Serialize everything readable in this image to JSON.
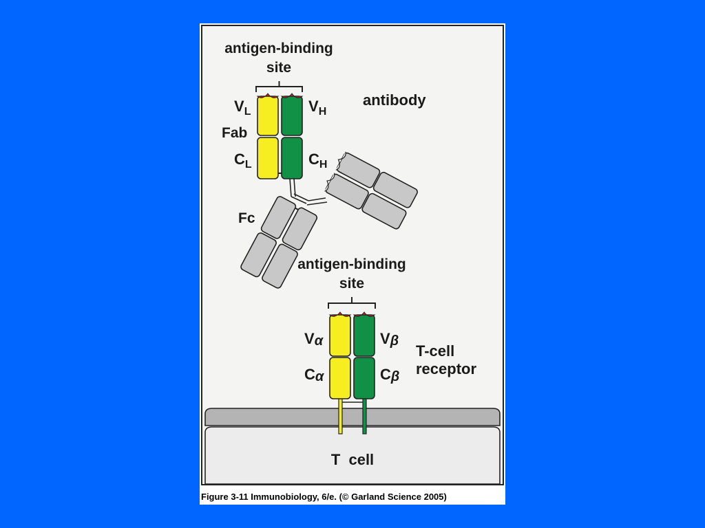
{
  "colors": {
    "background": "#0066ff",
    "light_chain": "#f7ee22",
    "heavy_chain": "#119146",
    "constant_gray": "#c8c8c8",
    "antigen_site": "#cc1f2a",
    "membrane": "#b4b4b4",
    "cell_interior": "#ececec"
  },
  "antibody": {
    "title": "antibody",
    "site_label_line1": "antigen-binding",
    "site_label_line2": "site",
    "vl_main": "V",
    "vl_sub": "L",
    "vh_main": "V",
    "vh_sub": "H",
    "cl_main": "C",
    "cl_sub": "L",
    "ch_main": "C",
    "ch_sub": "H",
    "fab": "Fab",
    "fc": "Fc"
  },
  "tcr": {
    "title_line1": "T-cell",
    "title_line2": "receptor",
    "site_label_line1": "antigen-binding",
    "site_label_line2": "site",
    "va_main": "V",
    "va_sub": "α",
    "vb_main": "V",
    "vb_sub": "β",
    "ca_main": "C",
    "ca_sub": "α",
    "cb_main": "C",
    "cb_sub": "β"
  },
  "cell": {
    "label": "T  cell"
  },
  "caption": "Figure 3-11  Immunobiology, 6/e. (© Garland Science 2005)"
}
